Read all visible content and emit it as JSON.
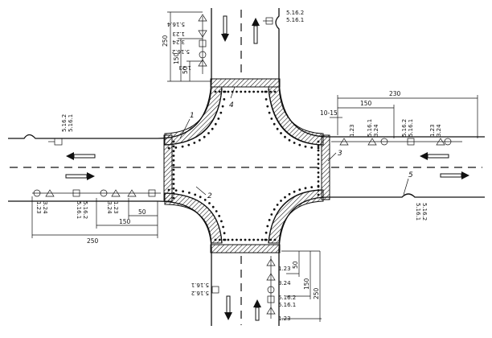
{
  "diagram": {
    "markers": {
      "m1": "1",
      "m2": "2",
      "m3": "3",
      "m4": "4",
      "m5": "5"
    },
    "dimensions": {
      "top_250": "250",
      "top_150": "150",
      "top_50": "50",
      "right_230": "230",
      "right_150": "150",
      "right_10_15": "10-15",
      "left_250": "250",
      "left_150": "150",
      "left_50": "50",
      "bottom_50": "50",
      "bottom_150": "150",
      "bottom_250": "250"
    },
    "sign_labels": {
      "top_a": "5.16.2",
      "top_b": "5.16.1",
      "top_c": "5.16.4",
      "top_d": "1.23",
      "top_e": "3.24",
      "top_f": "5.16.2",
      "top_g": "1.23",
      "left_a": "5.16.2",
      "left_b": "5.16.1",
      "left_c": "1.23",
      "left_d": "3.24",
      "left_e": "5.16.1",
      "left_f": "5.16.2",
      "left_g": "3.24",
      "left_h": "1.23",
      "right_a": "1.23",
      "right_b": "5.16.1",
      "right_c": "3.24",
      "right_d": "5.16.2",
      "right_e": "5.16.1",
      "right_f": "1.23",
      "right_g": "3.24",
      "right_h": "5.16.1",
      "right_i": "5.16.2",
      "bottom_a": "1.23",
      "bottom_b": "3.24",
      "bottom_c": "5.16.2",
      "bottom_d": "5.16.1",
      "bottom_e": "1.23",
      "bottom_f": "5.16.1",
      "bottom_g": "5.16.2"
    }
  }
}
